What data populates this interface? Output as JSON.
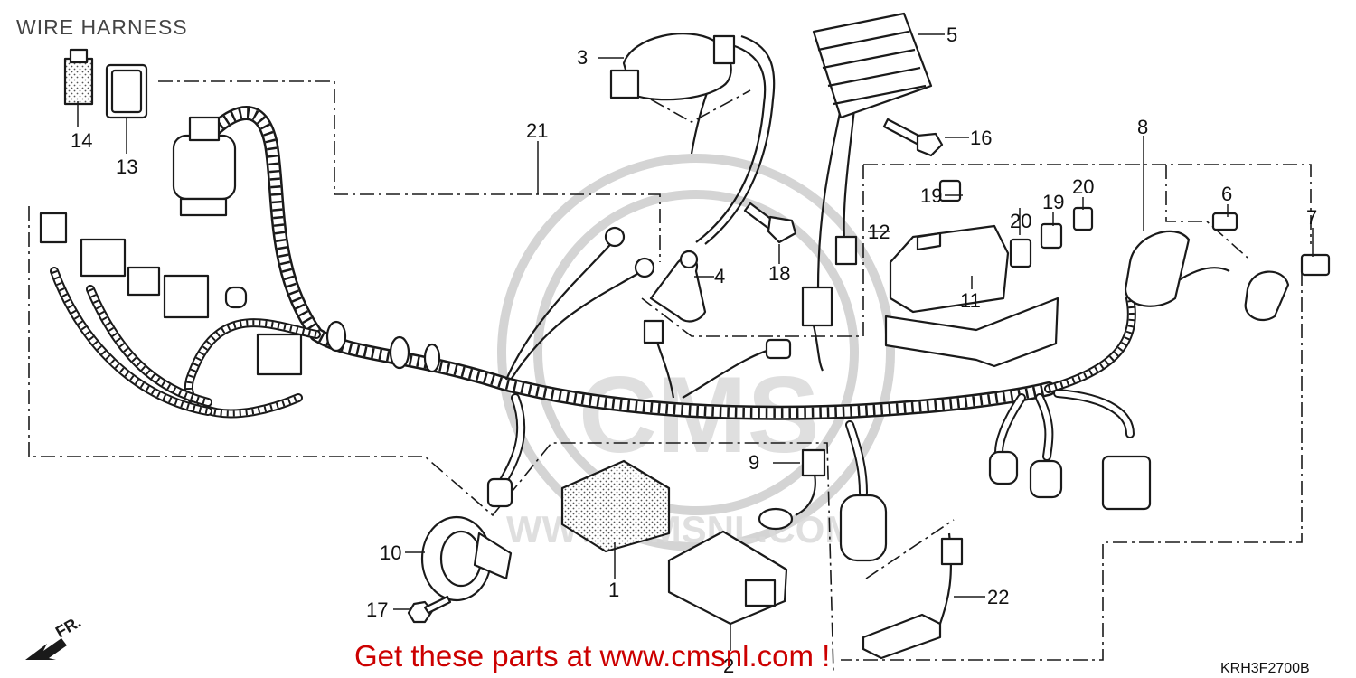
{
  "header": {
    "title": "WIRE HARNESS"
  },
  "footer": {
    "promo": "Get these parts at www.cmsnl.com !",
    "diagram_code": "KRH3F2700B",
    "direction_marker": "FR."
  },
  "colors": {
    "line": "#1a1a1a",
    "promo_text": "#cc0000",
    "watermark": "#d4d4d4"
  },
  "part_callouts": [
    "1",
    "2",
    "3",
    "4",
    "5",
    "6",
    "7",
    "8",
    "9",
    "10",
    "11",
    "12",
    "13",
    "14",
    "16",
    "17",
    "18",
    "19",
    "19",
    "20",
    "20",
    "21",
    "22"
  ]
}
